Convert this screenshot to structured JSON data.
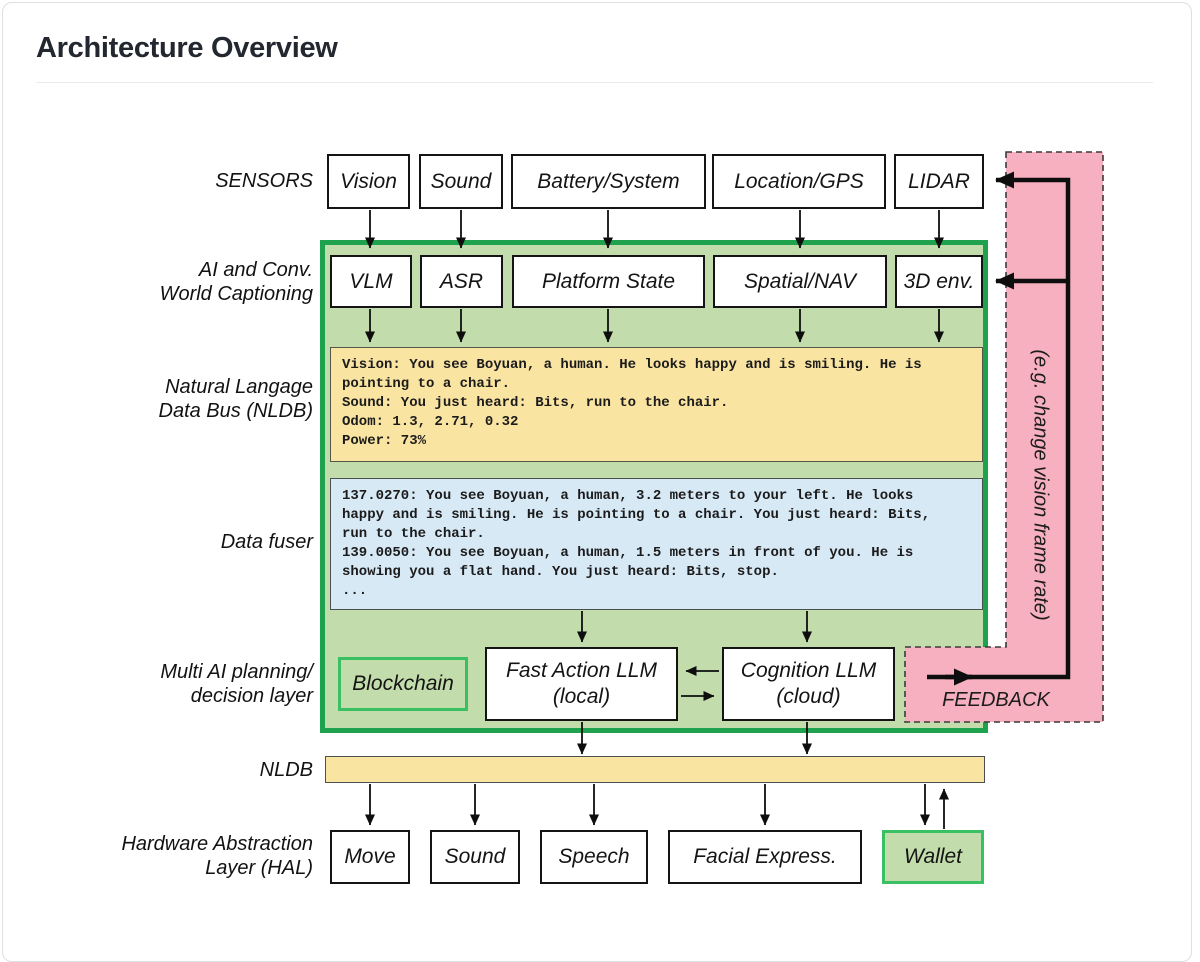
{
  "page": {
    "title": "Architecture Overview"
  },
  "colors": {
    "container_border_green": "#1fa24e",
    "container_fill_green": "#c2dcab",
    "accent_green": "#3abf63",
    "nldb_yellow": "#fae4a2",
    "fuser_blue": "#d8e9f6",
    "feedback_pink": "#f6b0bf",
    "box_border": "#141414"
  },
  "labels": {
    "sensors": "SENSORS",
    "captioning": [
      "AI and Conv.",
      "World Captioning"
    ],
    "nldb_bus": [
      "Natural Langage",
      "Data Bus (NLDB)"
    ],
    "data_fuser": "Data fuser",
    "planning": [
      "Multi AI planning/",
      "decision layer"
    ],
    "nldb": "NLDB",
    "hal": [
      "Hardware Abstraction",
      "Layer (HAL)"
    ]
  },
  "sensors": [
    "Vision",
    "Sound",
    "Battery/System",
    "Location/GPS",
    "LIDAR"
  ],
  "captioning_modules": [
    "VLM",
    "ASR",
    "Platform State",
    "Spatial/NAV",
    "3D env."
  ],
  "nldb_log": "Vision: You see Boyuan, a human. He looks happy and is smiling. He is\npointing to a chair.\nSound: You just heard: Bits, run to the chair.\nOdom: 1.3, 2.71, 0.32\nPower: 73%",
  "fused_log": "137.0270: You see Boyuan, a human, 3.2 meters to your left. He looks\nhappy and is smiling. He is pointing to a chair. You just heard: Bits,\nrun to the chair.\n139.0050: You see Boyuan, a human, 1.5 meters in front of you. He is\nshowing you a flat hand. You just heard: Bits, stop.\n...",
  "planning_modules": {
    "blockchain": "Blockchain",
    "fast_action": [
      "Fast Action LLM",
      "(local)"
    ],
    "cognition": [
      "Cognition LLM",
      "(cloud)"
    ]
  },
  "hal_modules": [
    "Move",
    "Sound",
    "Speech",
    "Facial Express.",
    "Wallet"
  ],
  "feedback": {
    "note": "(e.g. change vision frame rate)",
    "label": "FEEDBACK"
  }
}
